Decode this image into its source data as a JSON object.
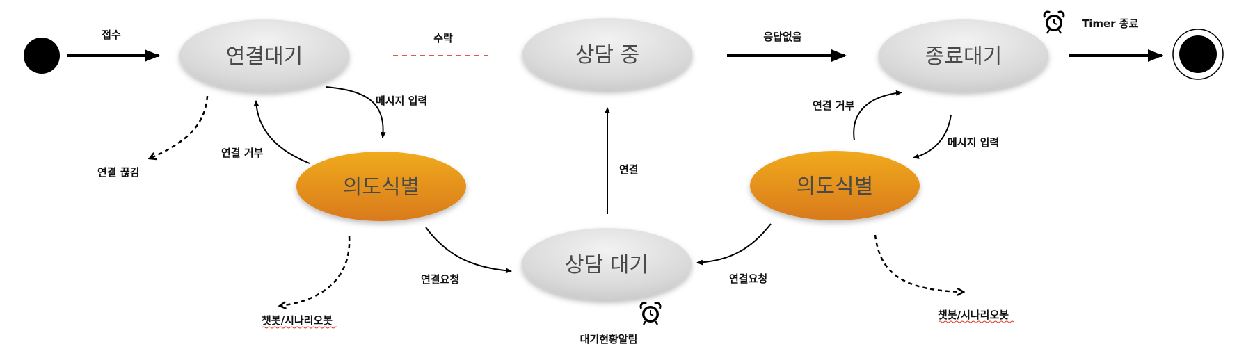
{
  "states": {
    "connect_wait": "연결대기",
    "consulting": "상담 중",
    "end_wait": "종료대기",
    "intent_left": "의도식별",
    "intent_right": "의도식별",
    "consult_wait": "상담 대기"
  },
  "labels": {
    "receive": "접수",
    "accept": "수락",
    "no_response": "응답없음",
    "timer_end": "Timer 종료",
    "message_input_left": "메시지 입력",
    "reject_left": "연결 거부",
    "disconnect": "연결 끊김",
    "connect": "연결",
    "reject_right": "연결 거부",
    "message_input_right": "메시지 입력",
    "connect_request_left": "연결요청",
    "connect_request_right": "연결요청",
    "chatbot_left": "챗봇/시나리오봇",
    "chatbot_right": "챗봇/시나리오봇",
    "wait_status_notice": "대기현황알림"
  },
  "colors": {
    "gray_state": "#d6d6d6",
    "orange_state": "#e8921a",
    "arrow": "#000000",
    "accept_line": "#e05a4a"
  },
  "icons": [
    "start-node-icon",
    "end-node-icon",
    "alarm-clock-icon"
  ]
}
